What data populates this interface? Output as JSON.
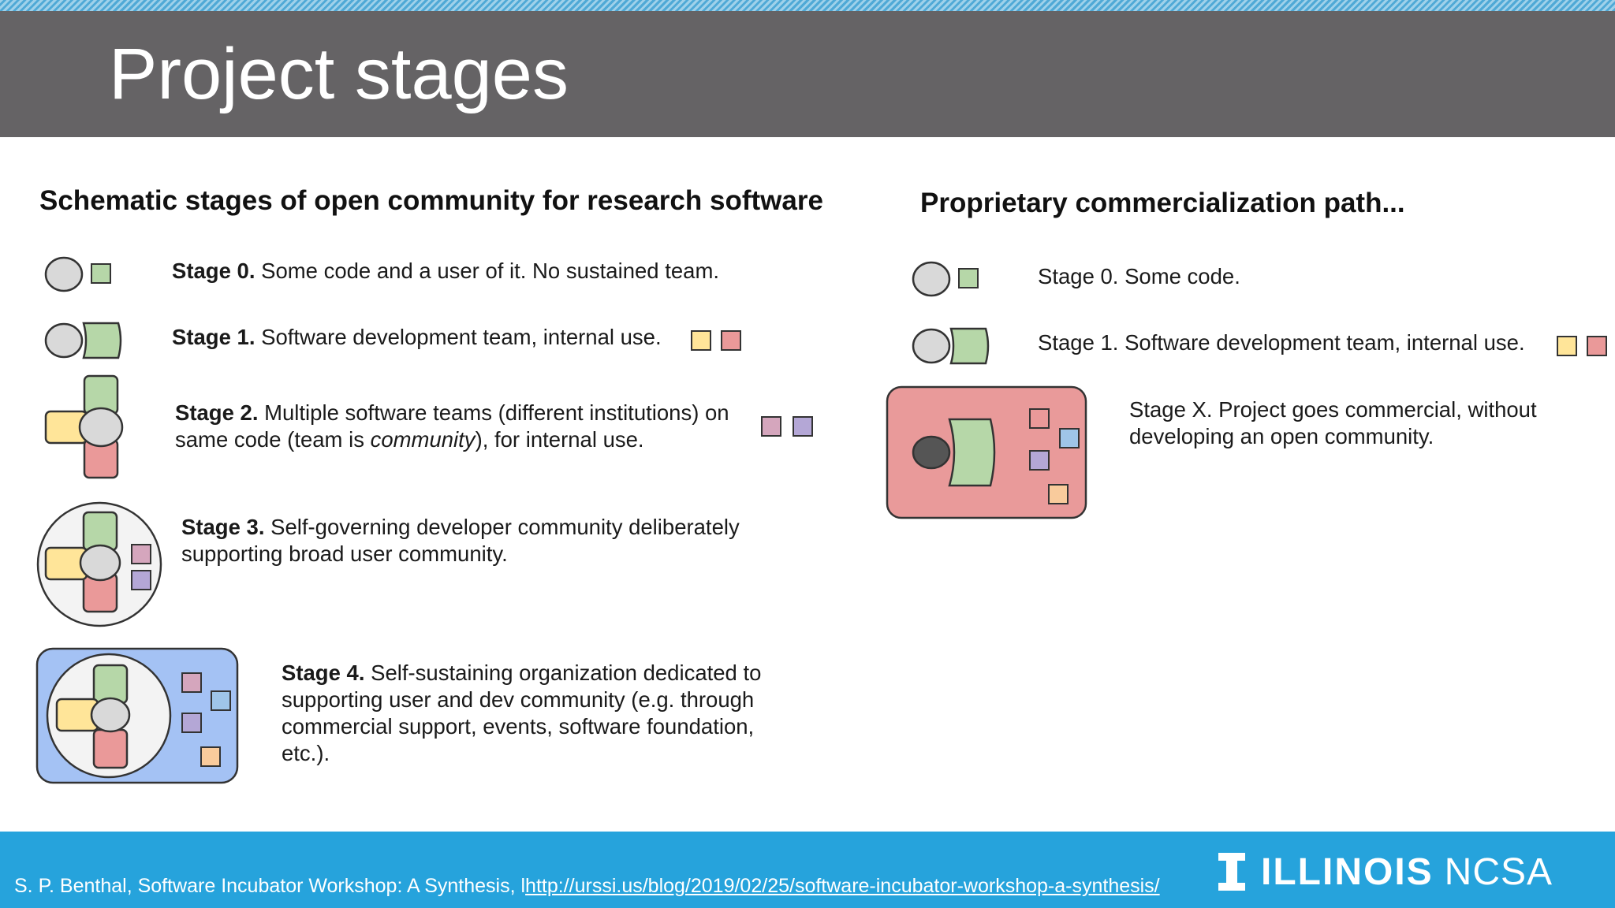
{
  "header": {
    "title": "Project stages"
  },
  "left": {
    "heading": "Schematic stages of open community for research software",
    "stages": [
      {
        "label": "Stage 0.",
        "text": " Some code and a user of it. No sustained team."
      },
      {
        "label": "Stage 1.",
        "text": " Software development team, internal use."
      },
      {
        "label": "Stage 2.",
        "text_pre": " Multiple software teams (different institutions) on same code (team is ",
        "text_em": "community",
        "text_post": "), for internal use."
      },
      {
        "label": "Stage 3.",
        "text": " Self-governing developer community deliberately supporting broad user community."
      },
      {
        "label": "Stage 4.",
        "text": " Self-sustaining organization dedicated to supporting user and dev community (e.g. through commercial support, events, software foundation, etc.)."
      }
    ]
  },
  "right": {
    "heading": "Proprietary commercialization path...",
    "stages": [
      {
        "text": "Stage 0. Some code."
      },
      {
        "text": "Stage 1. Software development team, internal use."
      },
      {
        "text": "Stage X. Project goes commercial, without developing an open community."
      }
    ]
  },
  "footer": {
    "citation_prefix": "S. P. Benthal, Software Incubator Workshop: A Synthesis, l",
    "citation_link": "http://urssi.us/blog/2019/02/25/software-incubator-workshop-a-synthesis/",
    "logo_word": "ILLINOIS",
    "logo_org": "NCSA"
  },
  "colors": {
    "title_bar": "#656365",
    "footer": "#26a3dc",
    "gray_circle": "#d9d9d9",
    "green": "#b6d7a8",
    "yellow": "#ffe599",
    "red": "#ea9999",
    "pink": "#d5a6bd",
    "purple": "#b4a7d6",
    "blue": "#9fc5e8",
    "orange": "#f9cb9c",
    "stage4_box": "#a4c2f4",
    "commercial_box": "#e99a9a",
    "dark_circle": "#555555"
  }
}
